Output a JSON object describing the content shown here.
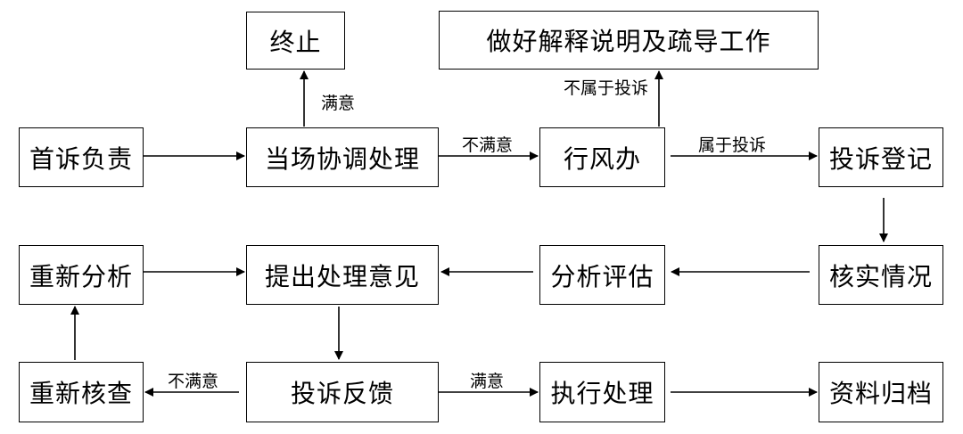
{
  "nodes": {
    "terminate": "终止",
    "explain": "做好解释说明及疏导工作",
    "first_responsible": "首诉负责",
    "onsite": "当场协调处理",
    "office": "行风办",
    "register": "投诉登记",
    "reanalyze": "重新分析",
    "propose": "提出处理意见",
    "evaluate": "分析评估",
    "verify": "核实情况",
    "recheck": "重新核查",
    "feedback": "投诉反馈",
    "execute": "执行处理",
    "archive": "资料归档"
  },
  "edge_labels": {
    "satisfied_up": "满意",
    "not_satisfied_mid": "不满意",
    "not_complaint": "不属于投诉",
    "is_complaint": "属于投诉",
    "not_satisfied_bottom": "不满意",
    "satisfied_bottom": "满意"
  }
}
